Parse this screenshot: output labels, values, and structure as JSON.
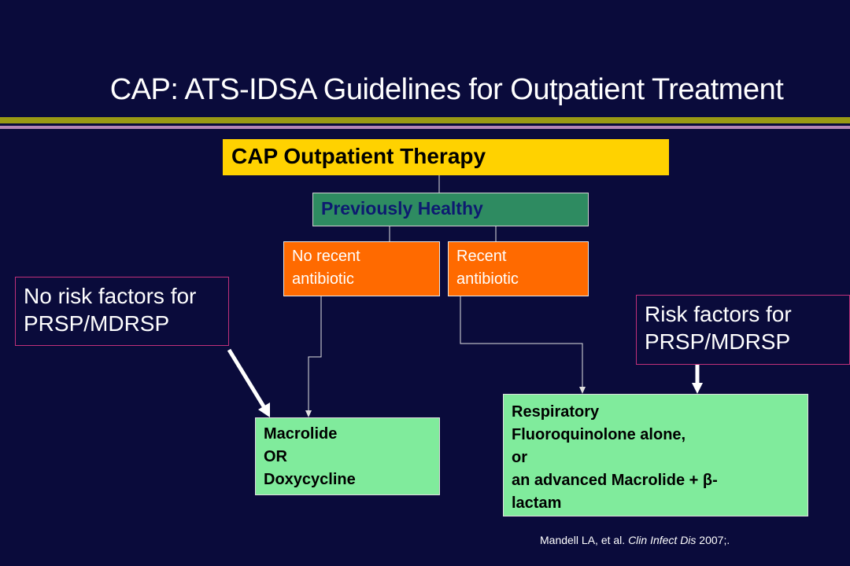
{
  "title": "CAP: ATS-IDSA Guidelines for Outpatient Treatment",
  "therapy_box": "CAP Outpatient Therapy",
  "healthy_box": "Previously Healthy",
  "no_recent_box": [
    "No recent",
    "antibiotic"
  ],
  "recent_box": [
    "Recent",
    "antibiotic"
  ],
  "no_risk_box": [
    "No risk factors for",
    "PRSP/MDRSP"
  ],
  "risk_box": [
    "Risk factors for",
    "PRSP/MDRSP"
  ],
  "macrolide_box": [
    "Macrolide",
    "OR",
    "Doxycycline"
  ],
  "respiratory_box": [
    "Respiratory",
    "Fluoroquinolone alone,",
    "or",
    "an advanced Macrolide +  β-",
    "lactam"
  ],
  "citation": {
    "authors": "Mandell LA, et al. ",
    "journal": "Clin Infect Dis",
    "year": " 2007;."
  },
  "colors": {
    "background": "#0a0b3b",
    "therapy": "#ffd200",
    "healthy": "#2e8b61",
    "orange": "#ff6a00",
    "green": "#80eb9c",
    "side_border": "#c0307a"
  }
}
